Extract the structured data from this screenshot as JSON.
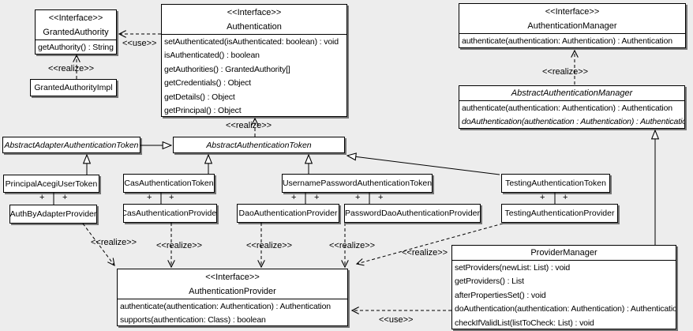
{
  "diagram_type": "uml-class-diagram",
  "colors": {
    "background": "#ededed",
    "box_fill": "#ffffff",
    "line": "#000000",
    "text": "#000000"
  },
  "labels": {
    "interface_stereotype": "<<Interface>>",
    "realize": "<<realize>>",
    "use": "<<use>>",
    "plus": "+"
  },
  "classes": {
    "granted_authority": {
      "name": "GrantedAuthority",
      "methods": [
        "getAuthority() : String"
      ]
    },
    "granted_authority_impl": {
      "name": "GrantedAuthorityImpl"
    },
    "authentication": {
      "name": "Authentication",
      "methods": [
        "setAuthenticated(isAuthenticated: boolean) : void",
        "isAuthenticated() : boolean",
        "getAuthorities() : GrantedAuthority[]",
        "getCredentials() : Object",
        "getDetails() : Object",
        "getPrincipal() : Object"
      ]
    },
    "authentication_manager": {
      "name": "AuthenticationManager",
      "methods": [
        "authenticate(authentication: Authentication) : Authentication"
      ]
    },
    "abstract_authentication_manager": {
      "name": "AbstractAuthenticationManager",
      "methods": [
        "authenticate(authentication: Authentication) : Authentication",
        "doAuthentication(authentication : Authentication) : Authentication"
      ]
    },
    "abstract_adapter_authentication_token": {
      "name": "AbstractAdapterAuthenticationToken"
    },
    "abstract_authentication_token": {
      "name": "AbstractAuthenticationToken"
    },
    "principal_acegi_user_token": {
      "name": "PrincipalAcegiUserToken"
    },
    "cas_authentication_token": {
      "name": "CasAuthenticationToken"
    },
    "username_password_authentication_token": {
      "name": "UsernamePasswordAuthenticationToken"
    },
    "testing_authentication_token": {
      "name": "TestingAuthenticationToken"
    },
    "auth_by_adapter_provider": {
      "name": "AuthByAdapterProvider"
    },
    "cas_authentication_provider": {
      "name": "CasAuthenticationProvider"
    },
    "dao_authentication_provider": {
      "name": "DaoAuthenticationProvider"
    },
    "password_dao_authentication_provider": {
      "name": "PasswordDaoAuthenticationProvider"
    },
    "testing_authentication_provider": {
      "name": "TestingAuthenticationProvider"
    },
    "authentication_provider": {
      "name": "AuthenticationProvider",
      "methods": [
        "authenticate(authentication: Authentication) : Authentication",
        "supports(authentication: Class) : boolean"
      ]
    },
    "provider_manager": {
      "name": "ProviderManager",
      "methods": [
        "setProviders(newList: List) : void",
        "getProviders() : List",
        "afterPropertiesSet() : void",
        "doAuthentication(authentication: Authentication) : Authentication",
        "checkIfValidList(listToCheck: List) : void"
      ]
    }
  }
}
